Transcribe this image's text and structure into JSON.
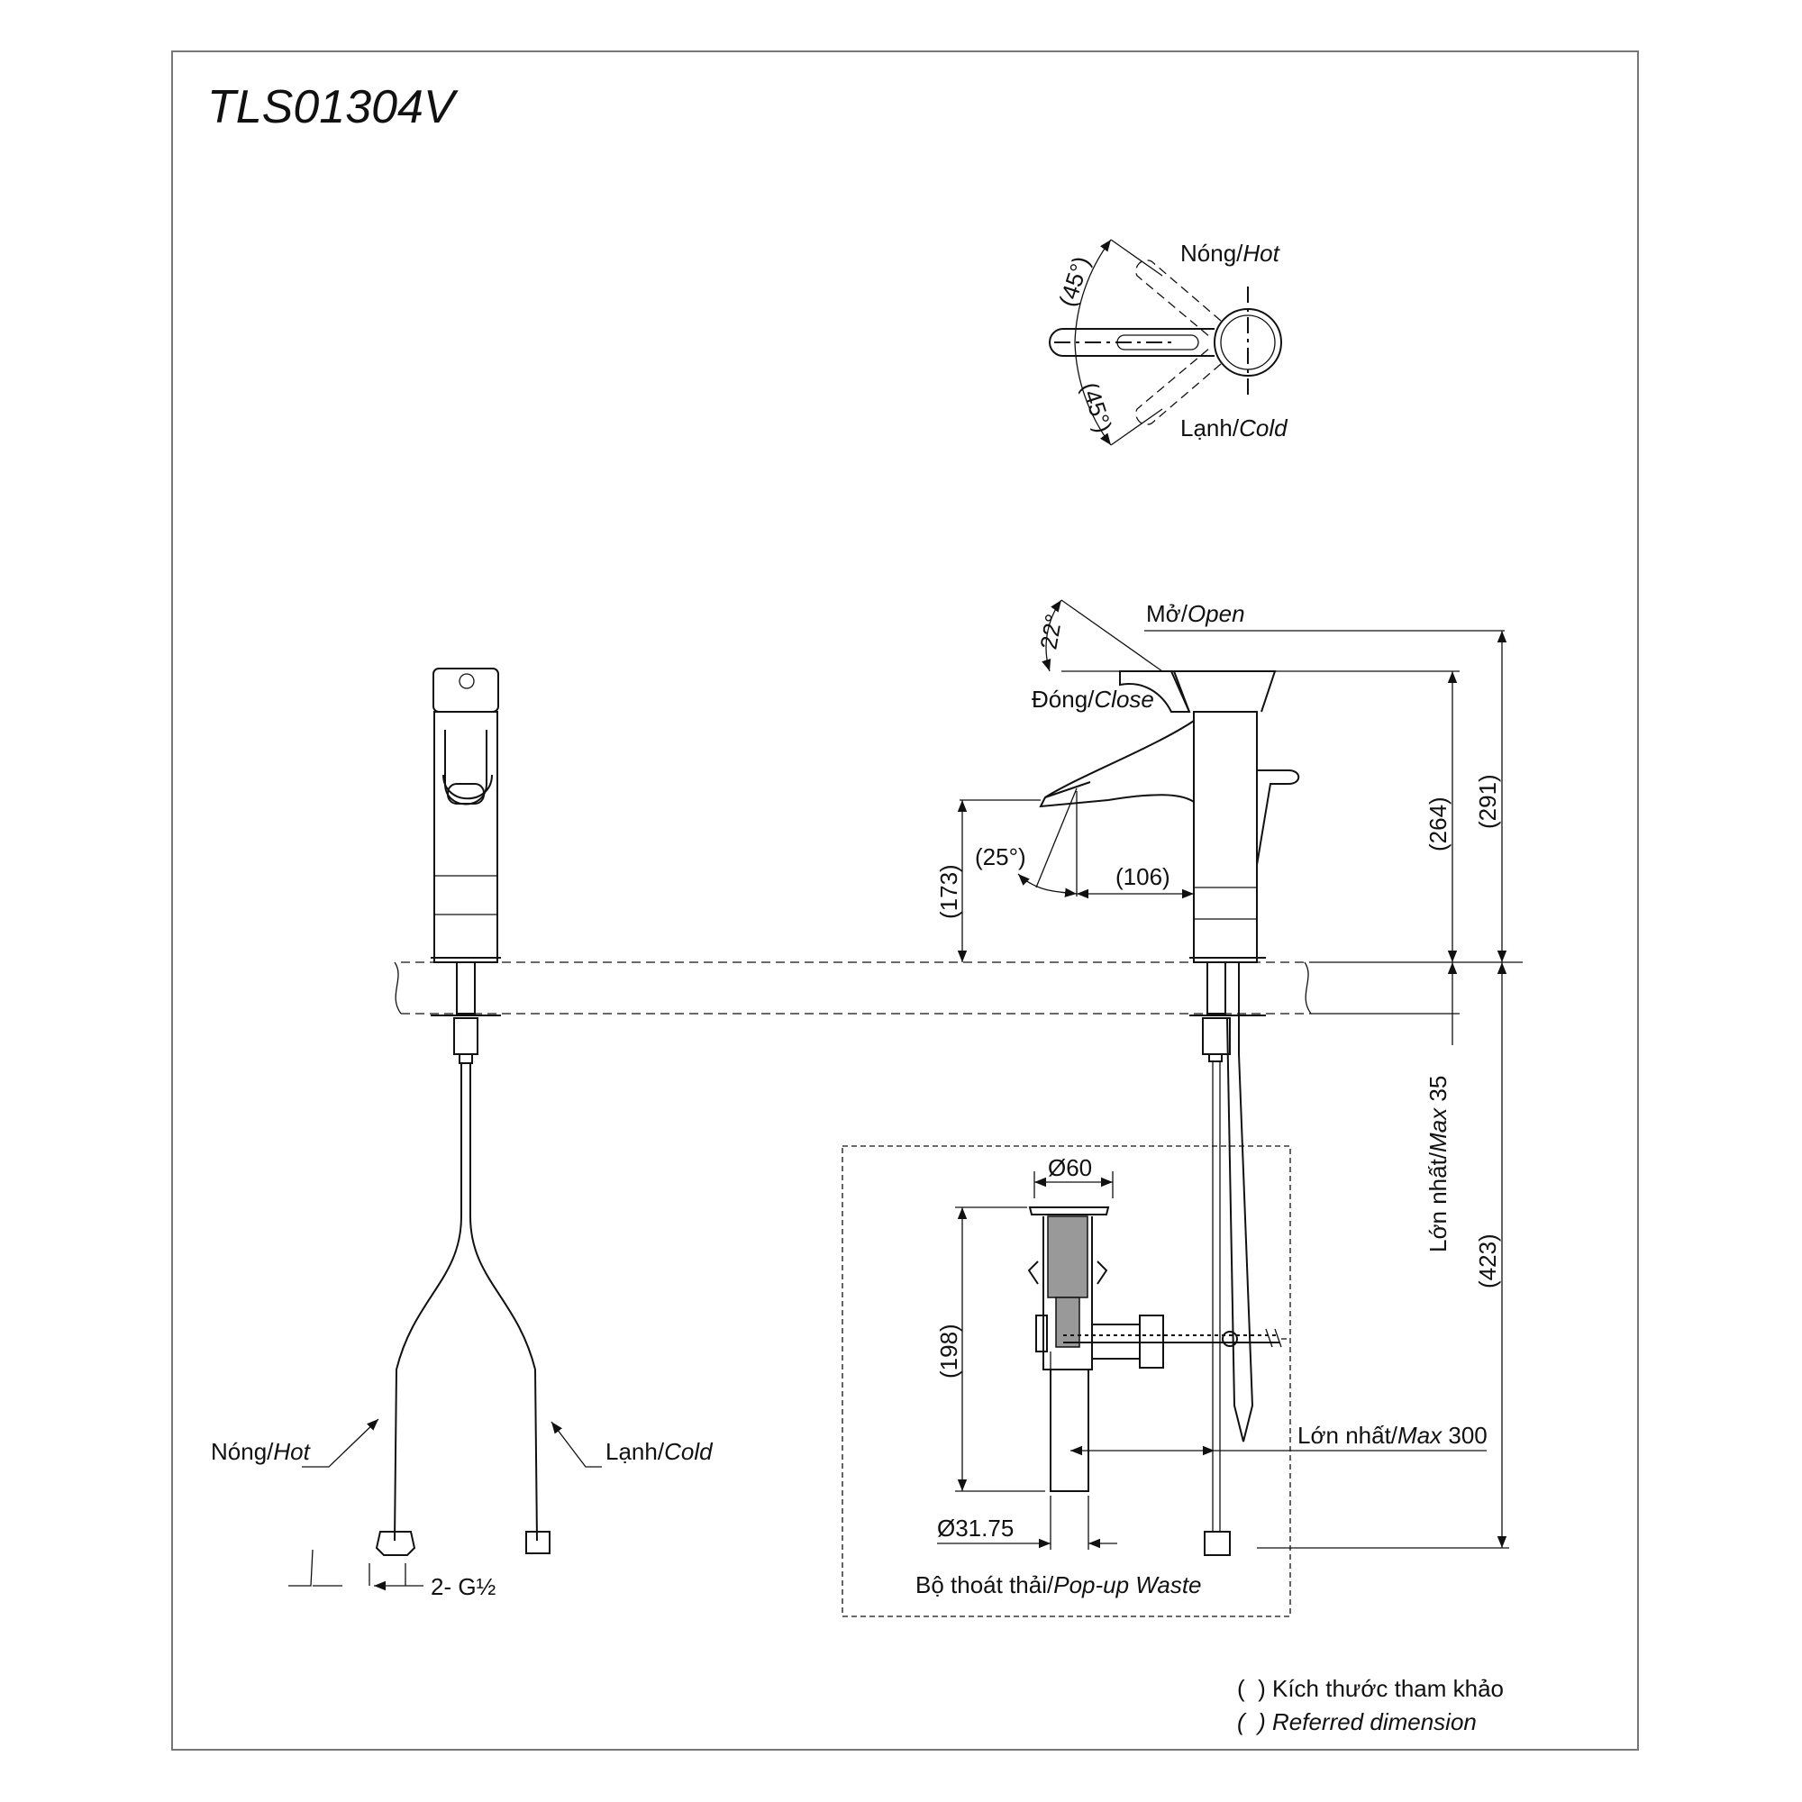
{
  "title": "TLS01304V",
  "handle_top_view": {
    "hot_label": "Nóng/",
    "hot_label_en": "Hot",
    "cold_label": "Lạnh/",
    "cold_label_en": "Cold",
    "angle_upper": "(45°)",
    "angle_lower": "(45°)"
  },
  "side_view": {
    "open_label": "Mở/",
    "open_label_en": "Open",
    "close_label": "Đóng/",
    "close_label_en": "Close",
    "lever_angle": "22°",
    "spout_angle": "(25°)",
    "dim_spout_reach": "(106)",
    "dim_spout_height": "(173)",
    "dim_body_height": "(264)",
    "dim_total_height": "(291)",
    "dim_deck_max": "Lớn nhất/",
    "dim_deck_max_en": "Max",
    "dim_deck_max_value": "35",
    "dim_below_deck": "(423)"
  },
  "supply_hoses": {
    "hot_label": "Nóng/",
    "hot_label_en": "Hot",
    "cold_label": "Lạnh/",
    "cold_label_en": "Cold",
    "thread": "2- G½"
  },
  "popup_waste": {
    "dia_top": "Ø60",
    "dia_bottom": "Ø31.75",
    "dim_height": "(198)",
    "max_label": "Lớn nhất/",
    "max_label_en": "Max",
    "max_value": "300",
    "caption": "Bộ thoát thải/",
    "caption_en": "Pop-up Waste"
  },
  "legend": {
    "line1": "(  ) Kích thước tham khảo",
    "line2": "(  ) Referred dimension"
  }
}
